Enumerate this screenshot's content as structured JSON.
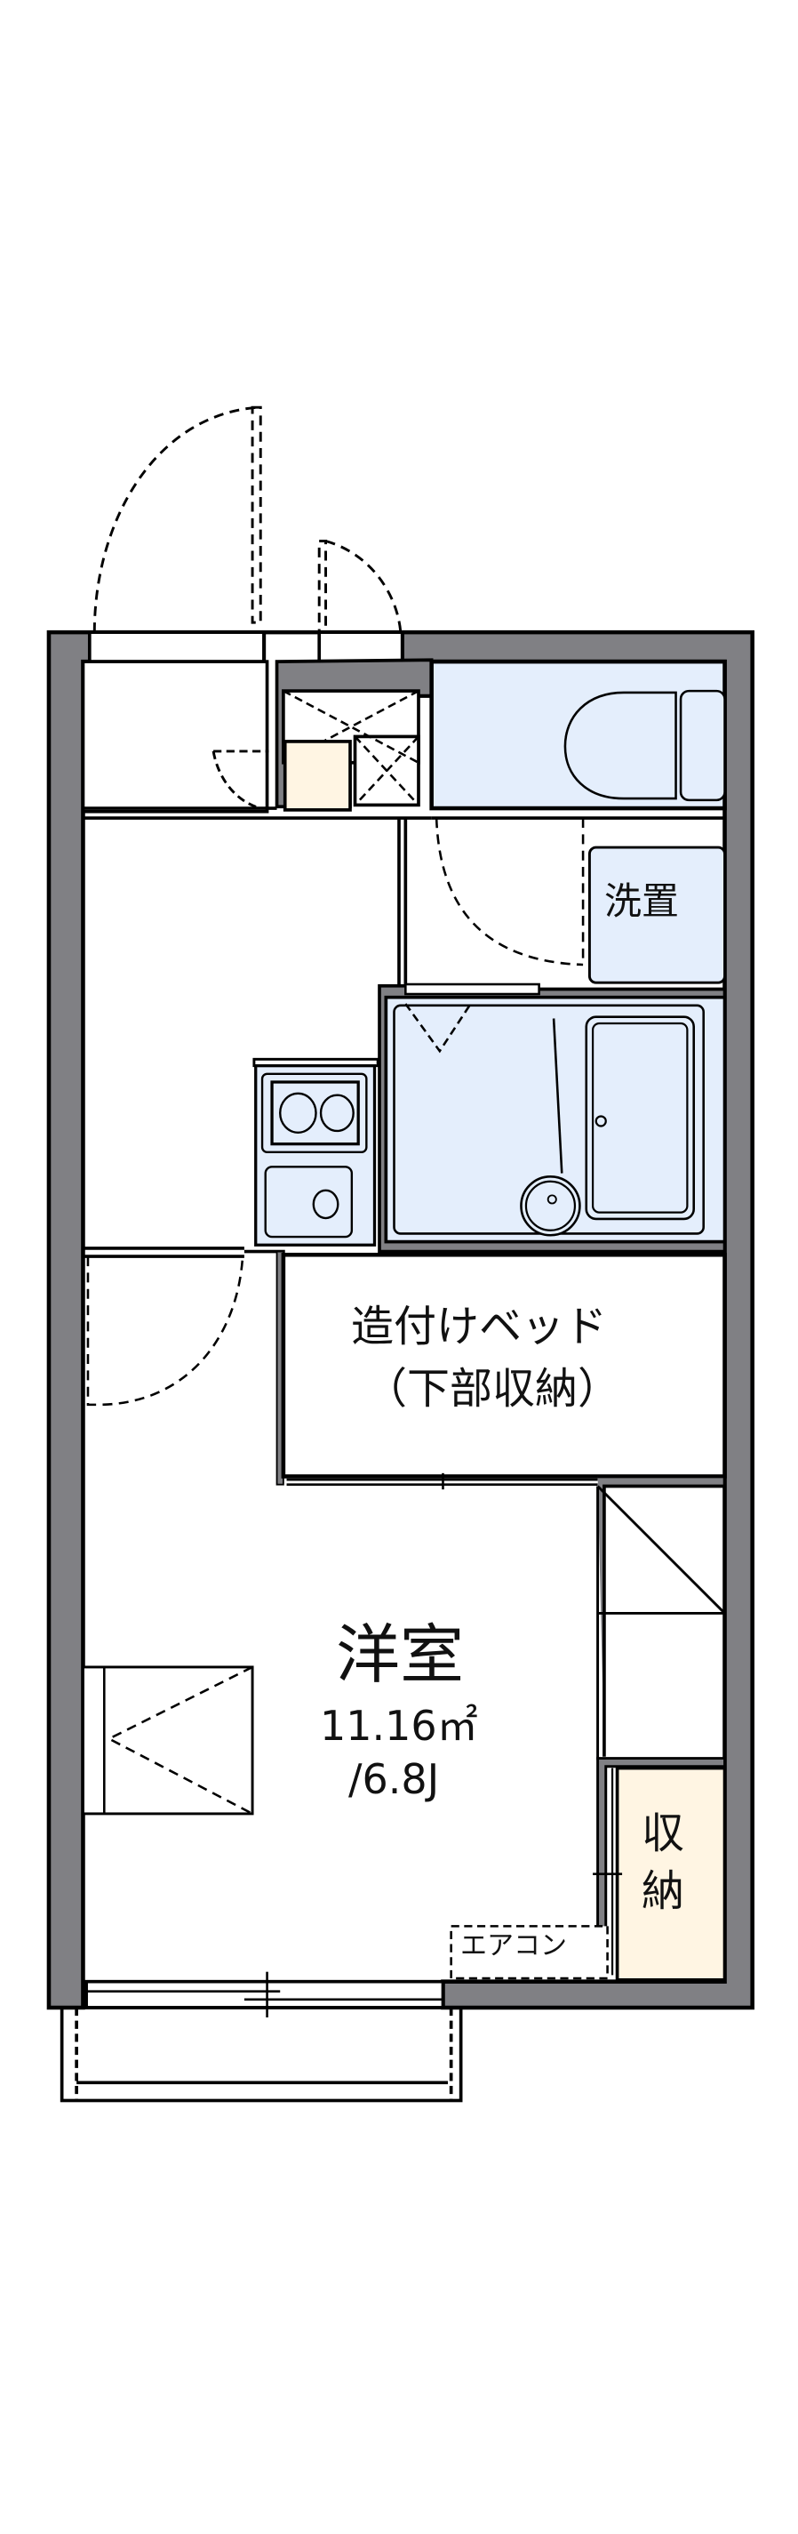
{
  "floorplan": {
    "type": "1K apartment floor plan",
    "colors": {
      "wall": "#808084",
      "wet_area": "#e4eefc",
      "storage": "#fff5e3",
      "line": "#000000",
      "background": "#ffffff"
    },
    "rooms": {
      "western_room": {
        "name": "洋室",
        "area": "11.16㎡",
        "jo": "/6.8J"
      },
      "built_in_bed": {
        "line1": "造付けベッド",
        "line2": "（下部収納）"
      },
      "washer_space": {
        "label": "洗置"
      },
      "closet": {
        "line1": "収",
        "line2": "納"
      },
      "air_conditioner": {
        "label": "エアコン"
      }
    }
  }
}
